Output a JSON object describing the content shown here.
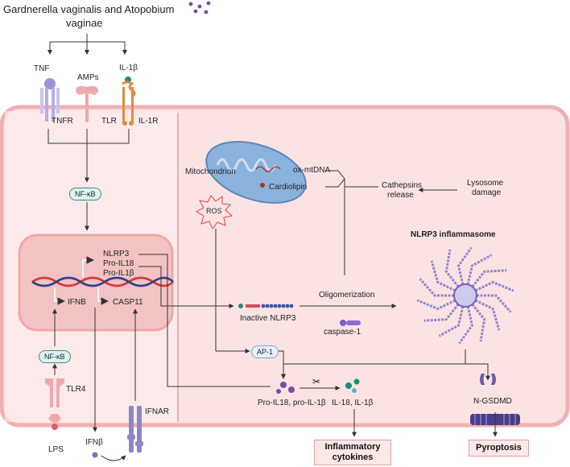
{
  "title_line1": "Gardnerella vaginalis and Atopobium",
  "title_line2": "vaginae",
  "labels": {
    "tnf": "TNF",
    "amps": "AMPs",
    "il1b_top": "IL-1β",
    "tnfr": "TNFR",
    "tlr": "TLR",
    "il1r": "IL-1R",
    "nfkb_top": "NF-κB",
    "nfkb_bottom": "NF-κB",
    "nlrp3": "NLRP3",
    "pro_il18": "Pro-IL18",
    "pro_il1b": "Pro-IL1β",
    "ifnb": "IFNB",
    "casp11": "CASP11",
    "tlr4": "TLR4",
    "lps": "LPS",
    "ifnbeta": "IFNβ",
    "ifnar": "IFNAR",
    "mitochondrion": "Mitochondrion",
    "ox_mtdna": "ox-mtDNA",
    "cardiolipin": "Cardiolipin",
    "ros": "ROS",
    "cathepsins_1": "Cathepsins",
    "cathepsins_2": "release",
    "lysosome_1": "Lysosome",
    "lysosome_2": "damage",
    "nlrp3_inflammasome": "NLRP3 inflammasome",
    "oligomerization": "Oligomerization",
    "inactive_nlrp3": "Inactive NLRP3",
    "caspase1": "caspase-1",
    "ap1": "AP-1",
    "pro_il18_il1b": "Pro-IL18, pro-IL-1β",
    "il18_il1b": "IL-18, IL-1β",
    "n_gsdmd": "N-GSDMD",
    "inflammatory_1": "Inflammatory",
    "inflammatory_2": "cytokines",
    "pyroptosis": "Pyroptosis"
  },
  "colors": {
    "cell_fill": "#fbe3e3",
    "cell_border": "#efb1b1",
    "nucleus_fill": "#f3c3c3",
    "mito_fill": "#8ab2dc",
    "bacteria": "#7a4fa0",
    "dna_red": "#d63838",
    "dna_blue": "#2f3f8f",
    "pill_green": "#3a8f7a"
  }
}
